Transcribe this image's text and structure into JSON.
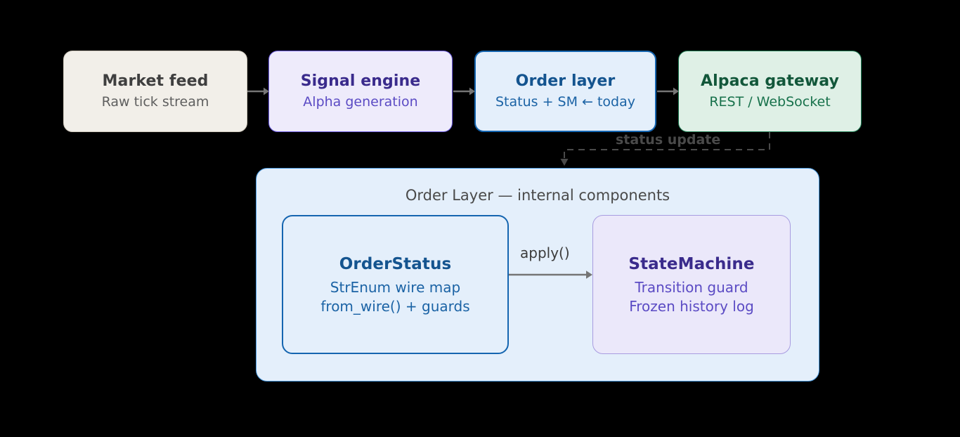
{
  "diagram": {
    "background_color": "#000000",
    "pipeline": {
      "nodes": [
        {
          "id": "market-feed",
          "title": "Market feed",
          "subtitle": "Raw tick stream",
          "fill": "#f2efe9",
          "stroke": "#cfc9bd",
          "title_color": "#3f3f3f",
          "text_color": "#5f5f5f"
        },
        {
          "id": "signal-engine",
          "title": "Signal engine",
          "subtitle": "Alpha generation",
          "fill": "#eeebfb",
          "stroke": "#6c5ce0",
          "title_color": "#3a2b8c",
          "text_color": "#5b4bc4"
        },
        {
          "id": "order-layer",
          "title": "Order layer",
          "subtitle": "Status + SM ← today",
          "fill": "#e4effb",
          "stroke": "#1565b0",
          "title_color": "#14548f",
          "text_color": "#1b63a5"
        },
        {
          "id": "alpaca-gateway",
          "title": "Alpaca gateway",
          "subtitle": "REST / WebSocket",
          "fill": "#dff0e6",
          "stroke": "#1d7a52",
          "title_color": "#12573a",
          "text_color": "#17714b"
        }
      ],
      "edges": [
        {
          "from": "market-feed",
          "to": "signal-engine",
          "label": "",
          "style": "solid",
          "color": "#757575"
        },
        {
          "from": "signal-engine",
          "to": "order-layer",
          "label": "",
          "style": "solid",
          "color": "#757575"
        },
        {
          "from": "order-layer",
          "to": "alpaca-gateway",
          "label": "",
          "style": "solid",
          "color": "#757575"
        }
      ],
      "feedback_edge": {
        "from": "alpaca-gateway",
        "to": "order-layer-internals",
        "label": "status update",
        "style": "dashed",
        "color": "#4a4a4a"
      }
    },
    "subgraph": {
      "id": "order-layer-internals",
      "title": "Order Layer — internal components",
      "fill": "#e4effb",
      "stroke": "#4a9ae0",
      "title_color": "#4a4a4a",
      "nodes": [
        {
          "id": "order-status",
          "title": "OrderStatus",
          "lines": [
            "StrEnum wire map",
            "from_wire() + guards"
          ],
          "fill": "#e4effb",
          "stroke": "#1565b0",
          "title_color": "#14548f",
          "text_color": "#1b63a5"
        },
        {
          "id": "state-machine",
          "title": "StateMachine",
          "lines": [
            "Transition guard",
            "Frozen history log"
          ],
          "fill": "#ebe8fa",
          "stroke": "#a89ce0",
          "title_color": "#3a2b8c",
          "text_color": "#5b4bc4"
        }
      ],
      "edges": [
        {
          "from": "order-status",
          "to": "state-machine",
          "label": "apply()",
          "style": "solid",
          "color": "#757575"
        }
      ]
    }
  }
}
